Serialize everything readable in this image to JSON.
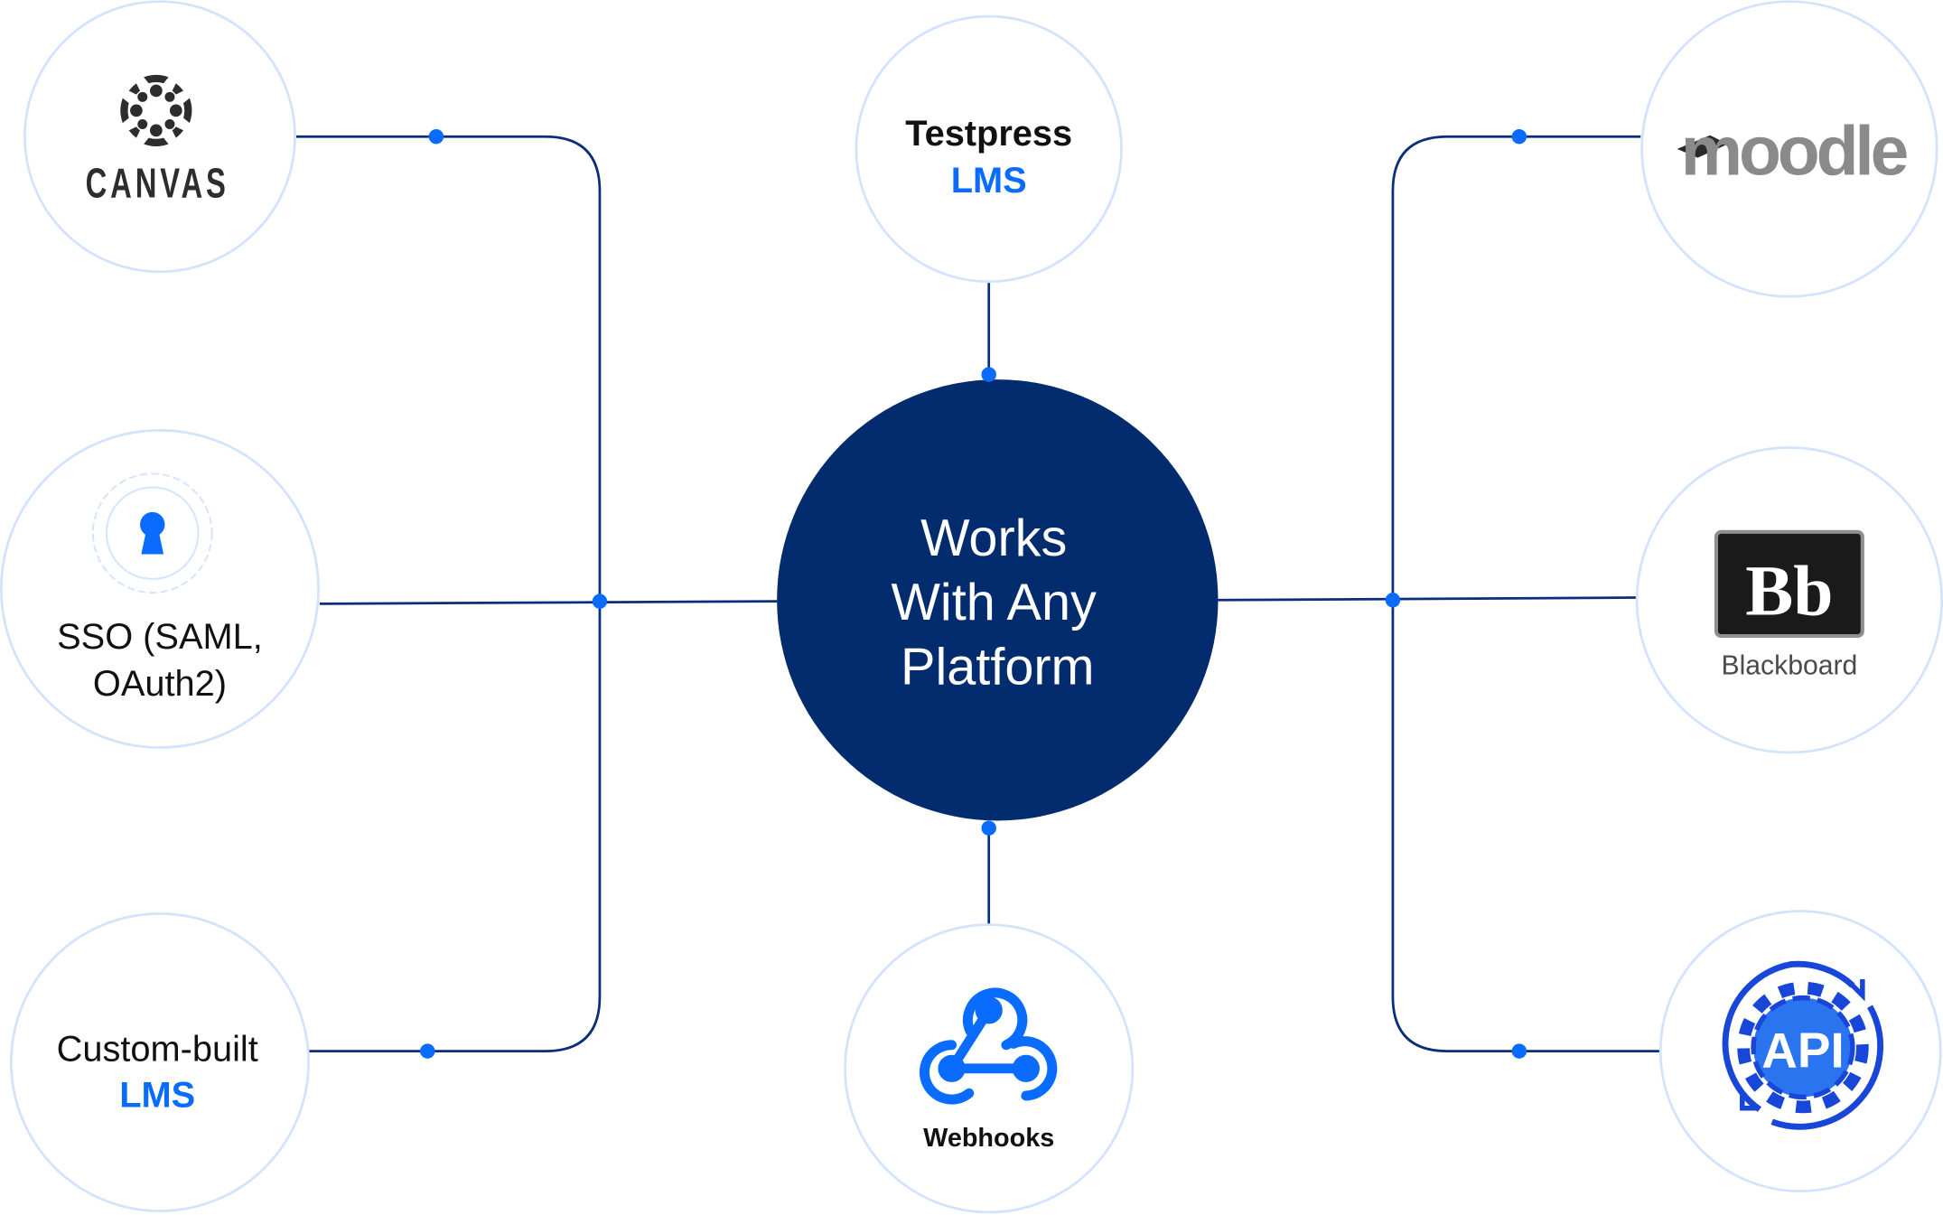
{
  "center": {
    "line1": "Works",
    "line2": "With Any",
    "line3": "Platform",
    "color": "#032c6f"
  },
  "nodes": {
    "canvas": {
      "label": "CANVAS"
    },
    "testpress": {
      "line1": "Testpress",
      "line2": "LMS"
    },
    "moodle": {
      "label": "moodle"
    },
    "sso": {
      "line1": "SSO (SAML,",
      "line2": "OAuth2)"
    },
    "blackboard": {
      "logo": "Bb",
      "label": "Blackboard"
    },
    "custom": {
      "line1": "Custom-built",
      "line2": "LMS"
    },
    "webhooks": {
      "label": "Webhooks"
    },
    "api": {
      "label": "API"
    }
  },
  "colors": {
    "accent": "#0a6cff",
    "ring": "#d3e3ff",
    "wire": "#0a2e7a",
    "text": "#111111"
  }
}
